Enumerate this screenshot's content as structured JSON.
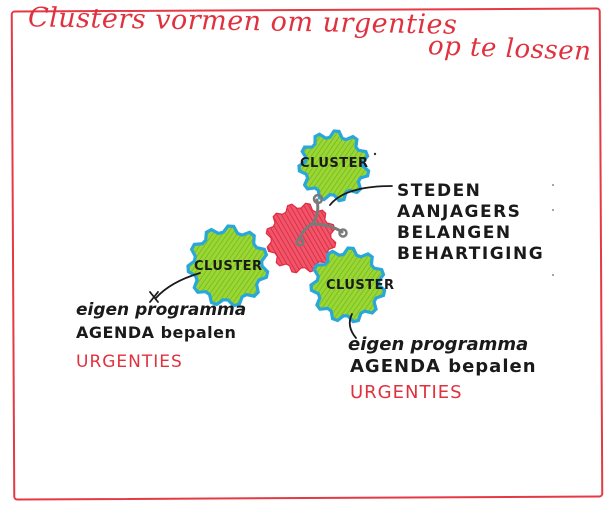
{
  "title": {
    "line1": "Clusters vormen om urgenties",
    "line2": "op te lossen"
  },
  "clusters": [
    {
      "label": "CLUSTER"
    },
    {
      "label": "CLUSTER"
    },
    {
      "label": "CLUSTER"
    }
  ],
  "center_annotation": [
    "STEDEN",
    "AANJAGERS",
    "BELANGEN",
    "BEHARTIGING"
  ],
  "left_annotation": [
    "eigen programma",
    "AGENDA bepalen",
    "URGENTIES"
  ],
  "right_annotation": [
    "eigen programma",
    "AGENDA bepalen",
    "URGENTIES"
  ],
  "colors": {
    "frame": "#e53945",
    "title": "#e0313e",
    "gear_fill": "#8fcf2a",
    "gear_outline": "#2aa7d9",
    "center_gear": "#ee3b4c",
    "ink": "#1a1a1a",
    "urgent": "#e0313e"
  },
  "icons": [
    "gear-icon",
    "connector-icon"
  ]
}
